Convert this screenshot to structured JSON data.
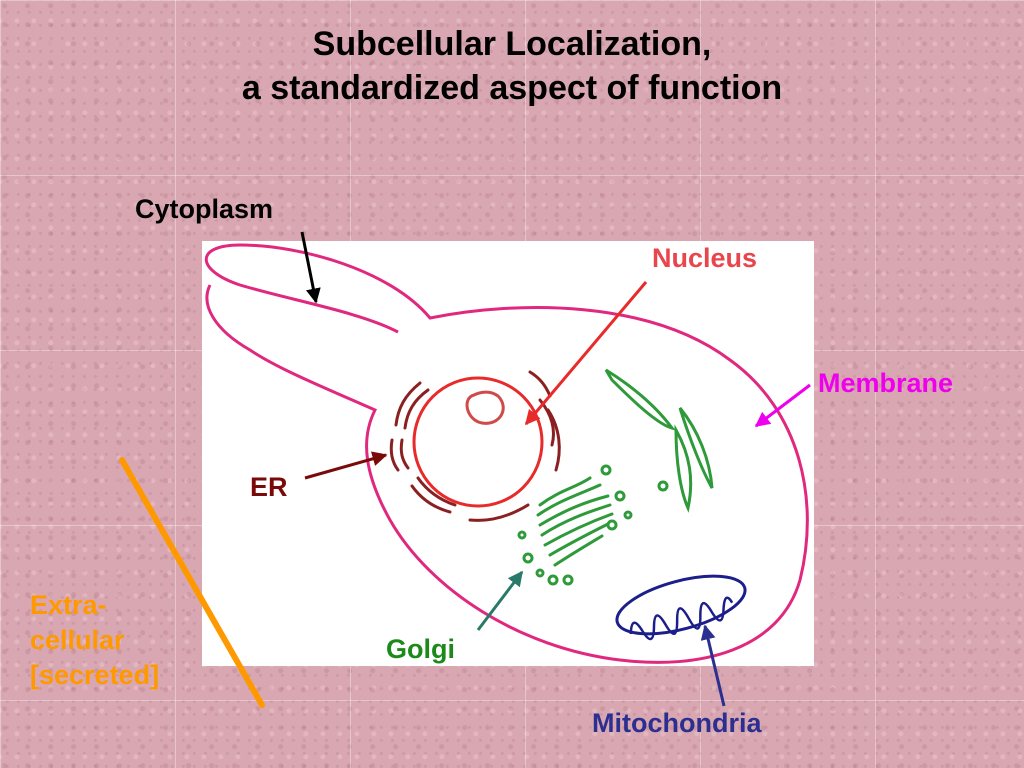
{
  "title_line1": "Subcellular Localization,",
  "title_line2": "a standardized aspect of function",
  "labels": {
    "cytoplasm": "Cytoplasm",
    "nucleus": "Nucleus",
    "membrane": "Membrane",
    "er": "ER",
    "golgi": "Golgi",
    "mitochondria": "Mitochondria",
    "extracellular_line1": "Extra-",
    "extracellular_line2": "cellular",
    "extracellular_line3": "[secreted]"
  },
  "colors": {
    "membrane": "#e0287f",
    "nucleus": "#e82a2a",
    "er": "#8b2020",
    "golgi": "#2e9a3a",
    "mitochondria": "#1c1f8a",
    "extracellular": "#ff9900"
  }
}
